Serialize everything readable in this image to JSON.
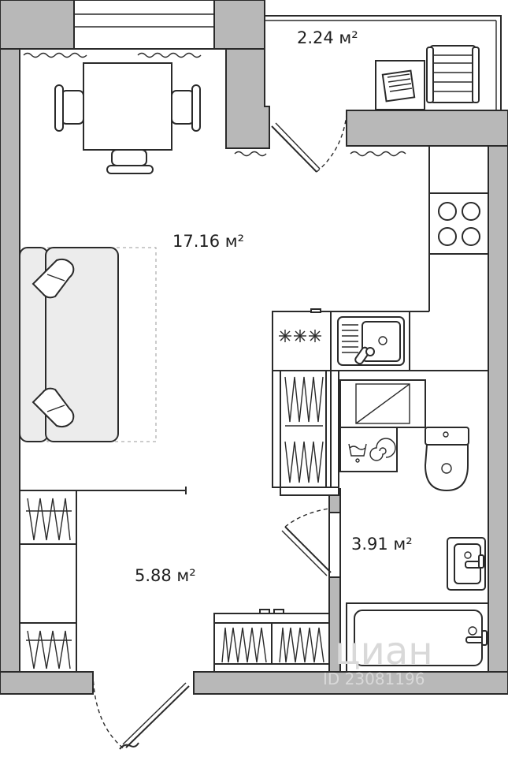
{
  "rooms": {
    "balcony": {
      "area": "2.24 м²"
    },
    "living_room": {
      "area": "17.16 м²"
    },
    "hallway": {
      "area": "5.88 м²"
    },
    "bathroom": {
      "area": "3.91 м²"
    }
  },
  "watermark": {
    "brand": "циан",
    "id": "ID 23081196"
  },
  "colors": {
    "wall": "#b8b8b8",
    "line": "#2a2a2a",
    "sofa": "#ececec",
    "watermark": "#d9d9d9"
  }
}
